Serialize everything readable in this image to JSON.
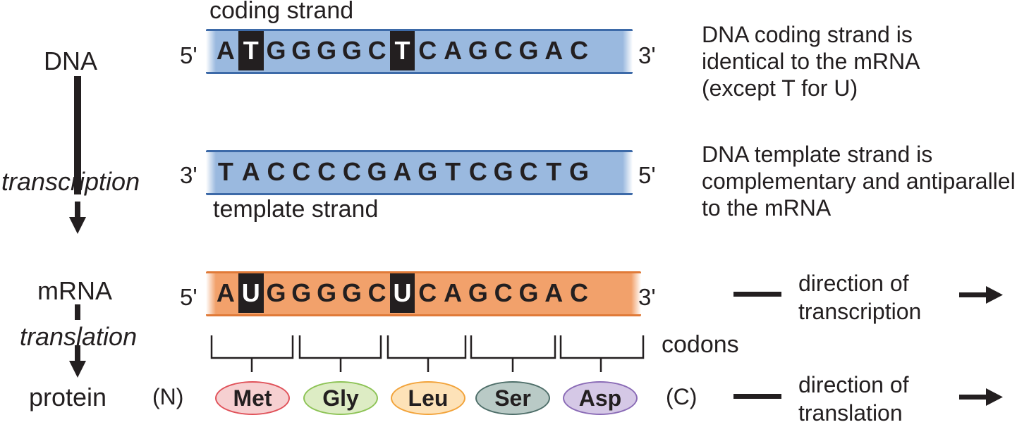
{
  "left": {
    "dna": "DNA",
    "transcription": "transcription",
    "mrna": "mRNA",
    "translation": "translation",
    "protein": "protein"
  },
  "coding": {
    "label": "coding strand",
    "end5": "5'",
    "end3": "3'",
    "bases": [
      "A",
      "T",
      "G",
      "G",
      "G",
      "G",
      "C",
      "T",
      "C",
      "A",
      "G",
      "C",
      "G",
      "A",
      "C"
    ],
    "highlight": [
      1,
      7
    ]
  },
  "template": {
    "label": "template strand",
    "end3": "3'",
    "end5": "5'",
    "bases": [
      "T",
      "A",
      "C",
      "C",
      "C",
      "C",
      "G",
      "A",
      "G",
      "T",
      "C",
      "G",
      "C",
      "T",
      "G"
    ]
  },
  "mrna": {
    "end5": "5'",
    "end3": "3'",
    "bases": [
      "A",
      "U",
      "G",
      "G",
      "G",
      "G",
      "C",
      "U",
      "C",
      "A",
      "G",
      "C",
      "G",
      "A",
      "C"
    ],
    "highlight": [
      1,
      7
    ]
  },
  "codons_label": "codons",
  "protein": {
    "n_term": "(N)",
    "c_term": "(C)",
    "amino_acids": [
      {
        "name": "Met",
        "fill": "#f6d0d1",
        "stroke": "#e0525a"
      },
      {
        "name": "Gly",
        "fill": "#ddecc4",
        "stroke": "#8dc356"
      },
      {
        "name": "Leu",
        "fill": "#fde2b8",
        "stroke": "#f2a33a"
      },
      {
        "name": "Ser",
        "fill": "#b9cac6",
        "stroke": "#4f6f6a"
      },
      {
        "name": "Asp",
        "fill": "#d5c8e6",
        "stroke": "#8a6bb6"
      }
    ]
  },
  "notes": {
    "coding": "DNA coding strand is identical to the mRNA (except T for U)",
    "template": "DNA template strand is complementary and antiparallel to the mRNA",
    "dir_transcription": "direction of transcription",
    "dir_translation": "direction of translation"
  }
}
